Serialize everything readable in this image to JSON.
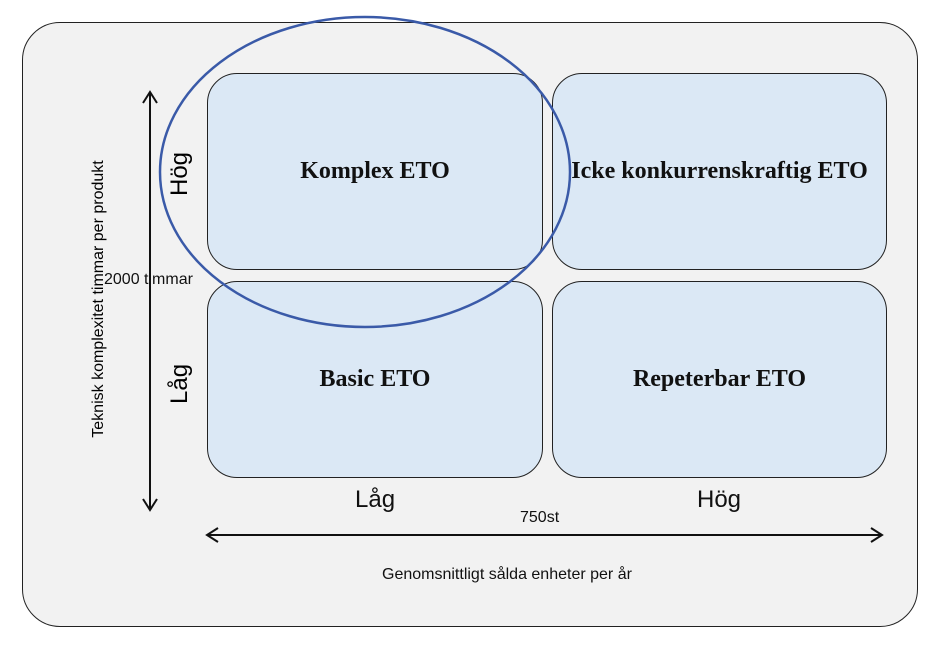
{
  "quadrants": {
    "top_left": "Komplex ETO",
    "top_right": "Icke konkurrenskraftig ETO",
    "bottom_left": "Basic ETO",
    "bottom_right": "Repeterbar ETO"
  },
  "x_axis": {
    "title": "Genomsnittligt sålda enheter per år",
    "low": "Låg",
    "high": "Hög",
    "threshold": "750st"
  },
  "y_axis": {
    "title": "Teknisk komplexitet timmar per produkt",
    "low": "Låg",
    "high": "Hög",
    "threshold": "2000 timmar"
  },
  "colors": {
    "quadrant_fill": "#dbe8f5",
    "frame_fill": "#f2f2f2",
    "highlight_ellipse": "#3a5aa8"
  }
}
